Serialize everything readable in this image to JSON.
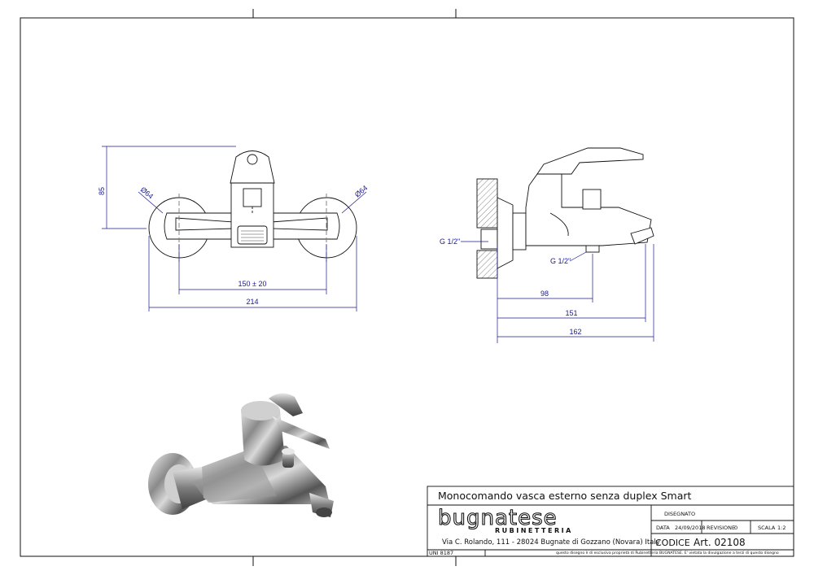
{
  "dimensions": {
    "front_height": "85",
    "left_dia": "Ø64",
    "right_dia": "Ø64",
    "centers": "150 ± 20",
    "overall_width": "214",
    "side_conn_left": "G 1/2\"",
    "side_conn_bottom": "G 1/2\"",
    "depth_1": "98",
    "depth_2": "151",
    "depth_3": "162"
  },
  "title_block": {
    "title": "Monocomando vasca esterno senza duplex Smart",
    "brand": "bugnatese",
    "brand_sub": "RUBINETTERIA",
    "address": "Via C. Rolando, 111 - 28024 Bugnate di Gozzano (Novara) Italy",
    "drawn_label": "DISEGNATO",
    "date_label": "DATA",
    "date_value": "24/09/2018",
    "revision_label": "REVISIONE",
    "revision_value": "0",
    "scale_label": "SCALA",
    "scale_value": "1:2",
    "code_label": "CODICE",
    "code_value": "Art. 02108",
    "norm": "UNI 8187",
    "disclaimer": "questo disegno è di esclusiva proprietà di Rubinetteria BUGNATESE. E' vietata la divulgazione a terzi di questo disegno"
  },
  "colors": {
    "line": "#111111",
    "dimension": "#1a1a8c",
    "hatch": "#555555"
  }
}
